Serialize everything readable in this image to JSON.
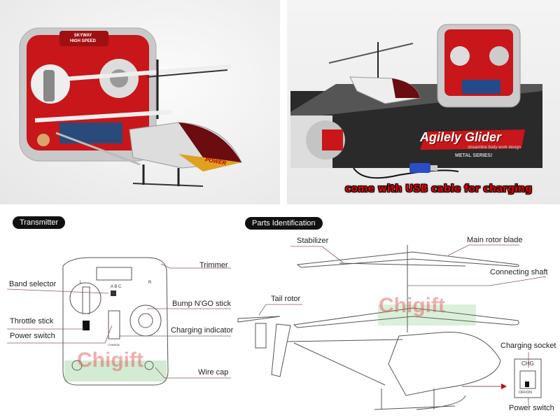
{
  "photo_left": {
    "transmitter_logo": [
      "SKYWAY",
      "HIGH SPEED"
    ],
    "canopy_text": "POWER"
  },
  "photo_right": {
    "box_title": "Agilely Glider",
    "box_subtitle": "streamline body work design",
    "box_series": "METAL SERIES!",
    "caption": "come with USB cable for charging"
  },
  "transmitter_section": {
    "title": "Transmitter",
    "labels": {
      "trimmer": "Trimmer",
      "band_selector": "Band selector",
      "bump_stick": "Bump N'GO stick",
      "throttle_stick": "Throttle stick",
      "charging_indicator": "Charging indicator",
      "power_switch": "Power switch",
      "wire_cap": "Wire cap"
    },
    "diagram_text": {
      "band": "A B C",
      "left": "L",
      "right": "R",
      "charge": "CHARGE"
    }
  },
  "parts_section": {
    "title": "Parts Identification",
    "labels": {
      "stabilizer": "Stabilizer",
      "main_rotor_blade": "Main rotor blade",
      "connecting_shaft": "Connecting shaft",
      "tail_rotor": "Tail rotor",
      "charging_socket": "Charging socket",
      "power_switch": "Power switch"
    },
    "socket_text": {
      "chg": "CHG",
      "off_on": "OFF/ON"
    }
  },
  "watermark": "Chigift",
  "colors": {
    "accent_red": "#d81c1c",
    "pill_bg": "#111111",
    "leader_line": "#8a5a5a"
  }
}
